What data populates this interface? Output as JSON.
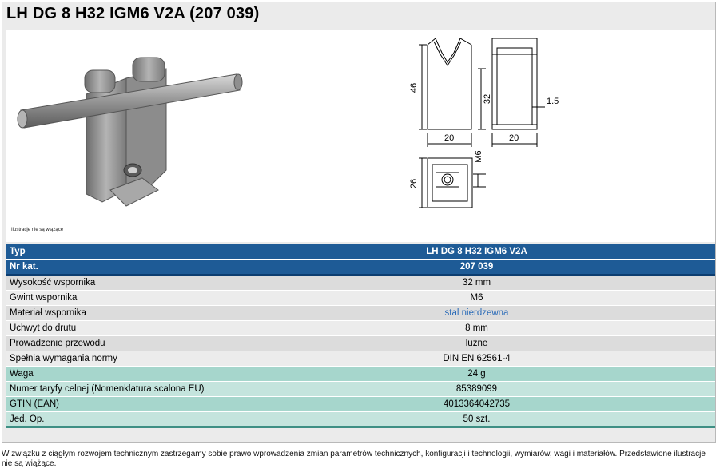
{
  "title": "LH DG 8 H32 IGM6 V2A (207 039)",
  "photo_note": "Ilustracje nie są wiążące",
  "drawing": {
    "dim_46": "46",
    "dim_32": "32",
    "dim_1_5": "1.5",
    "dim_20_left": "20",
    "dim_20_right": "20",
    "dim_m6": "M6",
    "dim_26": "26"
  },
  "spec": {
    "header": {
      "typ_label": "Typ",
      "typ_value": "LH DG 8 H32 IGM6 V2A",
      "nr_label": "Nr kat.",
      "nr_value": "207 039"
    },
    "rows": [
      {
        "label": "Wysokość wspornika",
        "value": "32 mm"
      },
      {
        "label": "Gwint wspornika",
        "value": "M6"
      },
      {
        "label": "Materiał wspornika",
        "value": "stal nierdzewna"
      },
      {
        "label": "Uchwyt do drutu",
        "value": "8 mm"
      },
      {
        "label": "Prowadzenie przewodu",
        "value": "luźne"
      },
      {
        "label": "Spełnia wymagania normy",
        "value": "DIN EN 62561-4"
      },
      {
        "label": "Waga",
        "value": "24 g"
      },
      {
        "label": "Numer taryfy celnej (Nomenklatura scalona EU)",
        "value": "85389099"
      },
      {
        "label": "GTIN (EAN)",
        "value": "4013364042735"
      },
      {
        "label": "Jed. Op.",
        "value": "50 szt."
      }
    ]
  },
  "footer": "W związku z ciągłym rozwojem technicznym zastrzegamy sobie prawo wprowadzenia zmian parametrów technicznych, konfiguracji i technologii, wymiarów, wagi i materiałów. Przedstawione ilustracje nie są wiążące.",
  "colors": {
    "header_blue": "#1e5b96",
    "teal_row": "#a6d6cc",
    "material_link": "#2a6bb8"
  }
}
